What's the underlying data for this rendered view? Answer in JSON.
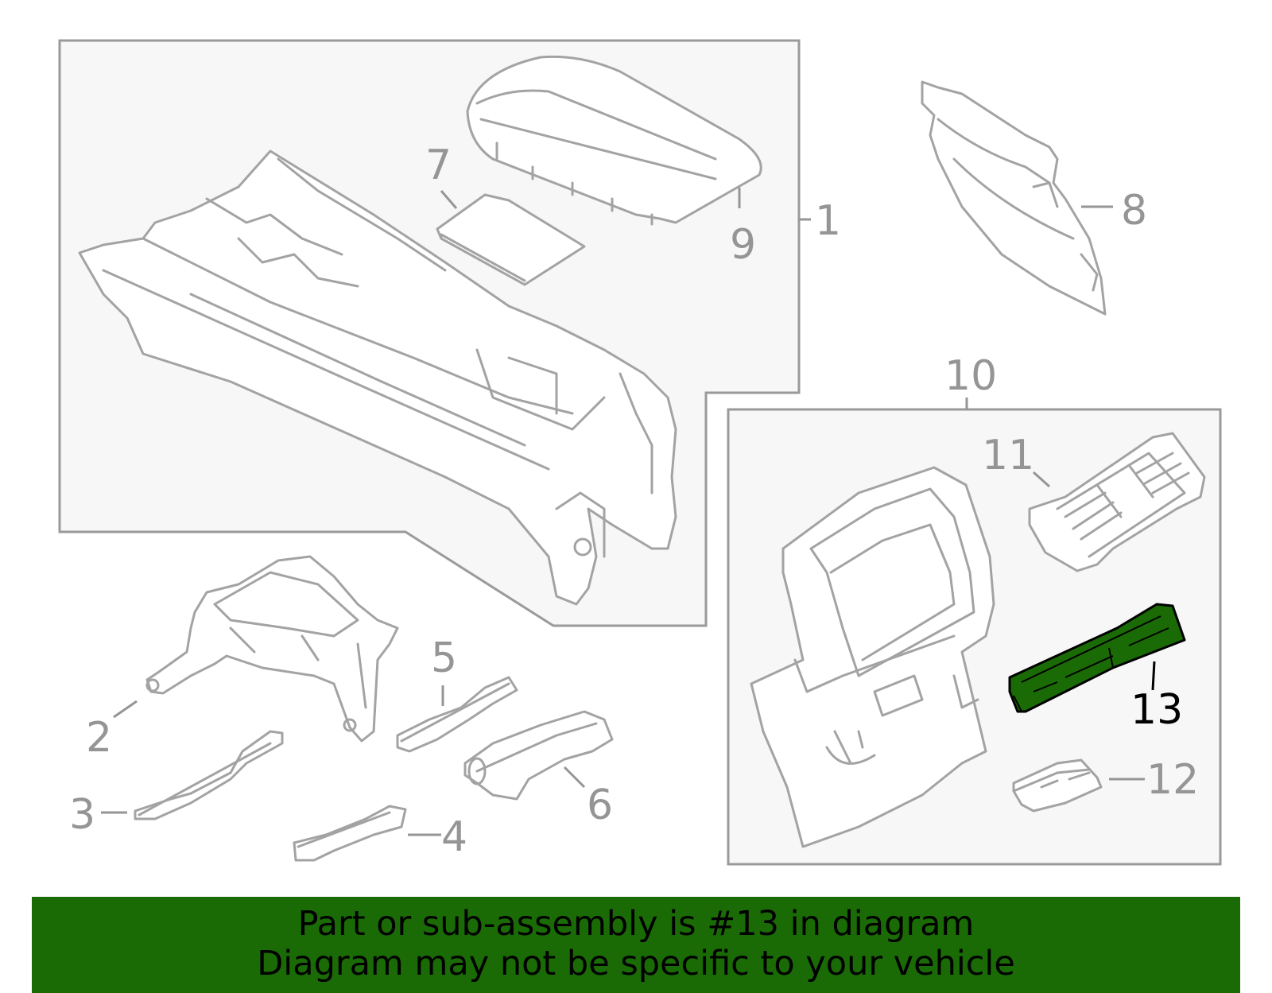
{
  "callouts": {
    "c1": "1",
    "c2": "2",
    "c3": "3",
    "c4": "4",
    "c5": "5",
    "c6": "6",
    "c7": "7",
    "c8": "8",
    "c9": "9",
    "c10": "10",
    "c11": "11",
    "c12": "12",
    "c13": "13"
  },
  "highlight": {
    "part_number": "13",
    "color": "#1a6b05"
  },
  "banner": {
    "line1": "Part or sub-assembly is #13 in diagram",
    "line2": "Diagram may not be specific to your vehicle",
    "background": "#1a6b05"
  }
}
